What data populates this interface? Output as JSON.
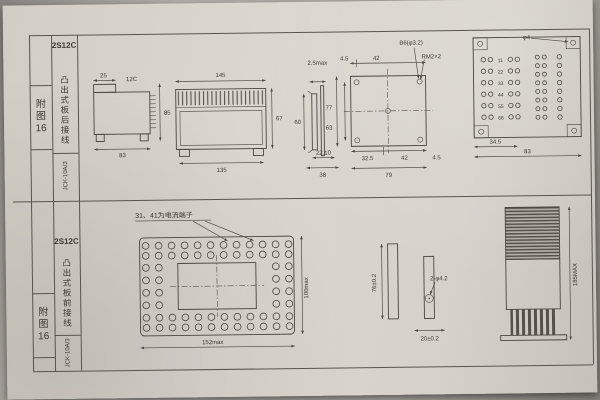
{
  "colors": {
    "paper": "#d8d4cc",
    "ink": "#4a4640"
  },
  "top": {
    "fig": "附图16",
    "model": "2S12C",
    "wiring": "凸出式板后接线",
    "code": "JCK-10A/3",
    "labels": {
      "b6": "B6(φ3.2)",
      "rm": "RM2×2",
      "phi4": "φ4"
    },
    "dims": {
      "d25": "25",
      "d12c": "12C",
      "d83": "83",
      "d85": "85",
      "d145": "145",
      "d135": "135",
      "d67": "67",
      "d60": "60",
      "d25max": "2.5max",
      "d2210": "22.10",
      "d38": "38",
      "d45a": "4.5",
      "d42a": "42",
      "d77": "77",
      "d63": "63",
      "d325": "32.5",
      "d42b": "42",
      "d79": "79",
      "d45b": "4.5",
      "d345": "34.5",
      "d83b": "83"
    },
    "plate_rows": [
      "11",
      "22",
      "33",
      "44",
      "55",
      "66"
    ]
  },
  "bottom": {
    "fig": "附图16",
    "model": "2S12C",
    "wiring": "凸出式板前接线",
    "code": "JCK-10A/3",
    "note": "31、41为电流端子",
    "dims": {
      "d152": "152max",
      "d100": "100max",
      "d76": "76±0.2",
      "dphi": "2-φ4.2",
      "d20": "20±0.2",
      "d185": "185MAX"
    }
  }
}
